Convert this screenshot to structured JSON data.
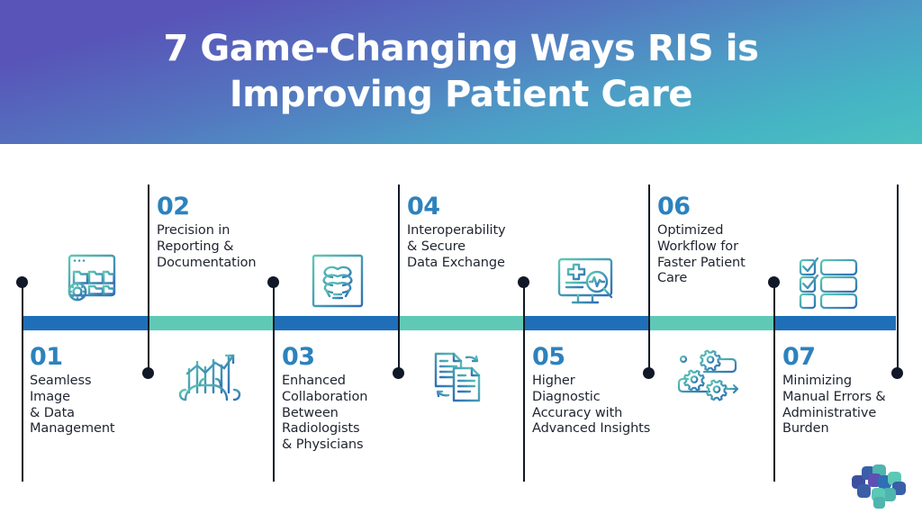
{
  "header": {
    "title_line1": "7 Game-Changing Ways RIS is",
    "title_line2": "Improving Patient Care",
    "gradient_start": "#5854b8",
    "gradient_end": "#4cc0c0"
  },
  "timeline": {
    "bar_colors": [
      "#1f6fb8",
      "#5fc9b5",
      "#1f6fb8",
      "#5fc9b5",
      "#1f6fb8",
      "#5fc9b5",
      "#1f6fb8"
    ],
    "blue": "#1f6fb8",
    "teal": "#5fc9b5",
    "connector_color": "#111827",
    "number_color": "#2c82bd",
    "label_color": "#1f2430"
  },
  "items": [
    {
      "number": "01",
      "label": "Seamless\nImage\n& Data\nManagement",
      "position": "below",
      "icon": "window-folders-gear-icon"
    },
    {
      "number": "02",
      "label": "Precision in\nReporting &\nDocumentation",
      "position": "above",
      "icon": "chart-gear-growth-icon"
    },
    {
      "number": "03",
      "label": "Enhanced\nCollaboration\nBetween\nRadiologists\n& Physicians",
      "position": "below",
      "icon": "xray-scan-icon"
    },
    {
      "number": "04",
      "label": "Interoperability\n& Secure\nData Exchange",
      "position": "above",
      "icon": "document-exchange-icon"
    },
    {
      "number": "05",
      "label": "Higher\nDiagnostic\nAccuracy with\nAdvanced Insights",
      "position": "below",
      "icon": "monitor-diagnostics-icon"
    },
    {
      "number": "06",
      "label": "Optimized\nWorkflow for\nFaster Patient\nCare",
      "position": "above",
      "icon": "workflow-gears-icon"
    },
    {
      "number": "07",
      "label": "Minimizing\nManual Errors &\nAdministrative\nBurden",
      "position": "below",
      "icon": "checklist-icon"
    }
  ],
  "logo": {
    "name": "mosaic-squares-logo",
    "colors": [
      "#3f4fa0",
      "#3a5fa8",
      "#4f53ad",
      "#4fb5ae",
      "#5cc8b6",
      "#2f6fb5",
      "#6c5fc0"
    ]
  }
}
